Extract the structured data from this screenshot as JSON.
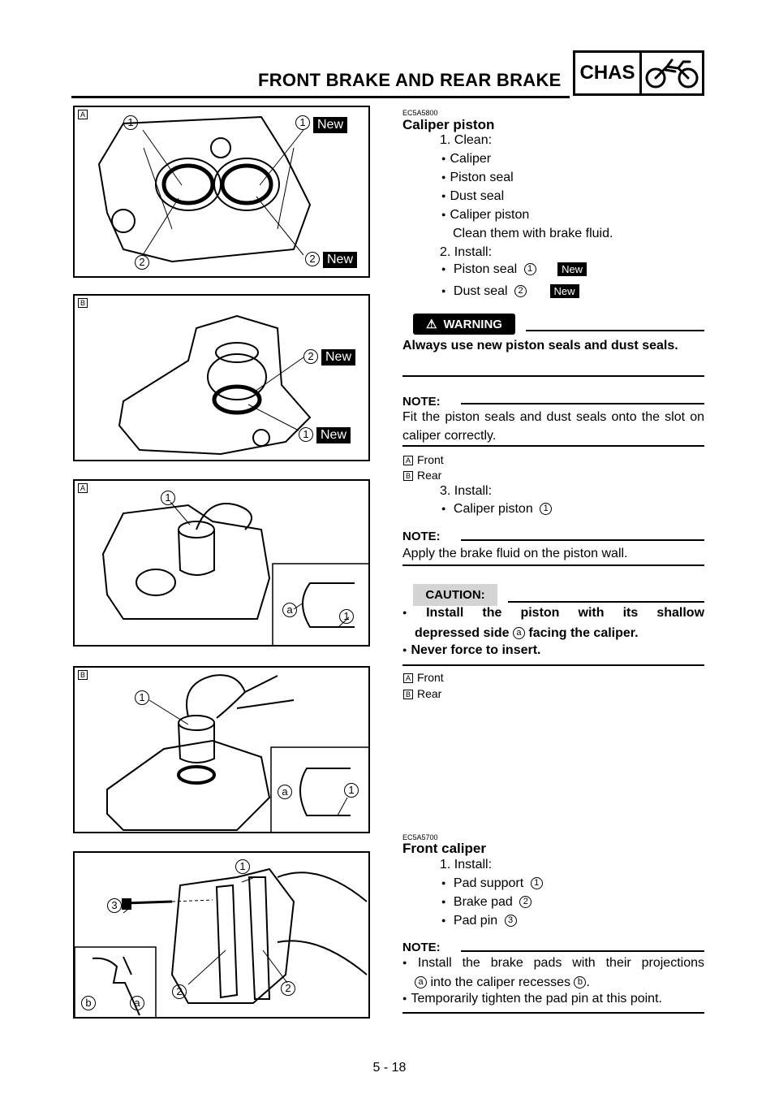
{
  "header": {
    "title": "FRONT BRAKE AND REAR BRAKE",
    "section": "CHAS",
    "icon": "motorcycle-icon"
  },
  "figures": {
    "fig1": {
      "label": "A",
      "callouts": [
        "1",
        "1",
        "2",
        "2"
      ],
      "tags": [
        "New",
        "New"
      ]
    },
    "fig2": {
      "label": "B",
      "callouts": [
        "2",
        "1"
      ],
      "tags": [
        "New",
        "New"
      ]
    },
    "fig3": {
      "label": "A",
      "callouts": [
        "1",
        "a",
        "1"
      ]
    },
    "fig4": {
      "label": "B",
      "callouts": [
        "1",
        "a",
        "1"
      ]
    },
    "fig5": {
      "callouts": [
        "1",
        "3",
        "2",
        "2",
        "b",
        "a"
      ]
    }
  },
  "caliper_piston": {
    "code": "EC5A5800",
    "title": "Caliper piston",
    "step1": "1. Clean:",
    "clean_items": [
      "Caliper",
      "Piston seal",
      "Dust seal",
      "Caliper piston"
    ],
    "clean_note": "Clean them with brake fluid.",
    "step2": "2. Install:",
    "install_items": [
      {
        "text": "Piston seal",
        "num": "1",
        "tag": "New"
      },
      {
        "text": "Dust seal",
        "num": "2",
        "tag": "New"
      }
    ],
    "warning_label": "WARNING",
    "warning_text": "Always use new piston seals and dust seals.",
    "note_label": "NOTE:",
    "note_text": "Fit the piston seals and dust seals onto the slot on caliper correctly.",
    "legend": [
      {
        "key": "A",
        "text": "Front"
      },
      {
        "key": "B",
        "text": "Rear"
      }
    ],
    "step3": "3. Install:",
    "step3_item": "Caliper piston",
    "step3_num": "1",
    "note2_label": "NOTE:",
    "note2_text": "Apply the brake fluid on the piston wall.",
    "caution_label": "CAUTION:",
    "caution_1a": "Install the piston with its shallow",
    "caution_1b_pre": "depressed side",
    "caution_1b_key": "a",
    "caution_1b_post": "facing the caliper.",
    "caution_2": "Never force to insert.",
    "legend2": [
      {
        "key": "A",
        "text": "Front"
      },
      {
        "key": "B",
        "text": "Rear"
      }
    ]
  },
  "front_caliper": {
    "code": "EC5A5700",
    "title": "Front caliper",
    "step1": "1. Install:",
    "items": [
      {
        "text": "Pad support",
        "num": "1"
      },
      {
        "text": "Brake pad",
        "num": "2"
      },
      {
        "text": "Pad pin",
        "num": "3"
      }
    ],
    "note_label": "NOTE:",
    "note_1a": "Install the brake pads with their projections",
    "note_1b_key_a": "a",
    "note_1b_mid": "into the caliper recesses",
    "note_1b_key_b": "b",
    "note_1b_end": ".",
    "note_2": "Temporarily tighten the pad pin at this point."
  },
  "page_number": "5 - 18"
}
